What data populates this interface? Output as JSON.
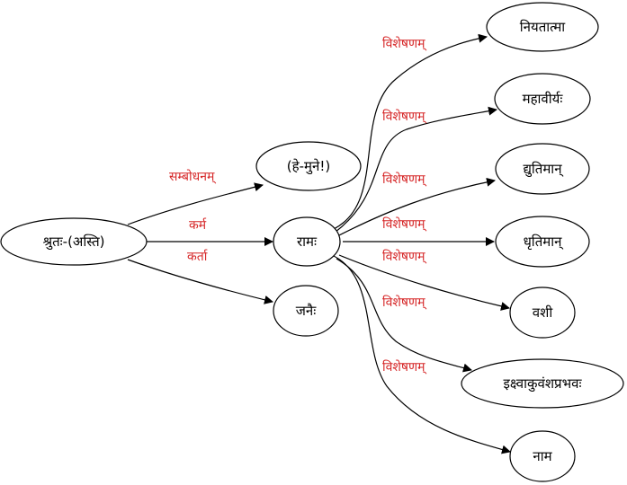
{
  "colors": {
    "node_stroke": "#000000",
    "edge": "#000000",
    "edge_label": "#d62728",
    "background": "#ffffff"
  },
  "nodes": {
    "shrutah": "श्रुतः-(अस्ति)",
    "he_mune": "(हे-मुने!)",
    "ramah": "रामः",
    "janaih": "जनैः",
    "niyatatma": "नियतात्मा",
    "mahaviryah": "महावीर्यः",
    "dyutiman": "द्युतिमान्",
    "dhritiman": "धृतिमान्",
    "vashi": "वशी",
    "ikshvaku": "इक्ष्वाकुवंशप्रभवः",
    "nama": "नाम"
  },
  "edges": {
    "sambodhanam": "सम्बोधनम्",
    "karma": "कर्म",
    "karta": "कर्ता",
    "visheshanam_1": "विशेषणम्",
    "visheshanam_2": "विशेषणम्",
    "visheshanam_3": "विशेषणम्",
    "visheshanam_4": "विशेषणम्",
    "visheshanam_5": "विशेषणम्",
    "visheshanam_6": "विशेषणम्",
    "visheshanam_7": "विशेषणम्"
  }
}
